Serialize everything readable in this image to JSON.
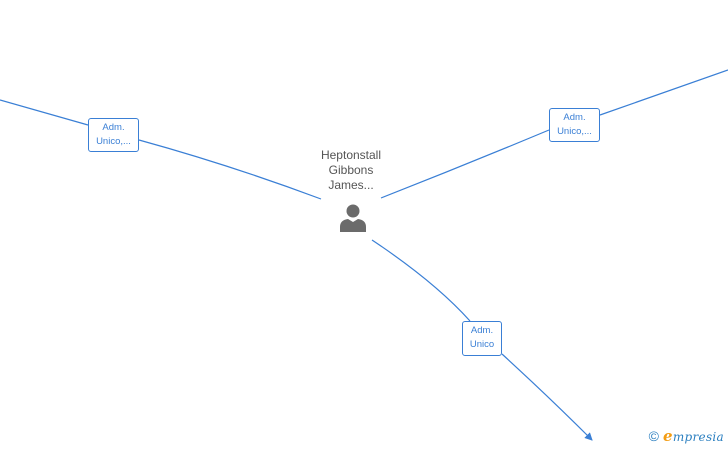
{
  "person": {
    "name_lines": [
      "Heptonstall",
      "Gibbons",
      "James..."
    ],
    "icon": "person-icon"
  },
  "relations": [
    {
      "id": "left",
      "label_lines": [
        "Adm.",
        "Unico,..."
      ]
    },
    {
      "id": "right",
      "label_lines": [
        "Adm.",
        "Unico,..."
      ]
    },
    {
      "id": "down",
      "label_lines": [
        "Adm.",
        "Unico"
      ]
    }
  ],
  "watermark": {
    "symbol": "©",
    "brand_initial": "e",
    "brand_rest": "mpresia"
  },
  "colors": {
    "edge": "#3a7fd5",
    "person_icon": "#6b6b6b",
    "name_text": "#555555",
    "brand_accent": "#f39c12"
  }
}
